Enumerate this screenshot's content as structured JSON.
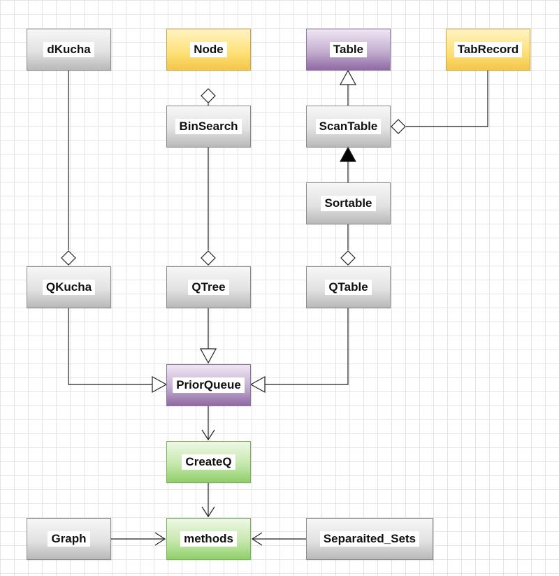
{
  "nodes": {
    "dkucha": "dKucha",
    "node": "Node",
    "table": "Table",
    "tabrecord": "TabRecord",
    "binsearch": "BinSearch",
    "scantable": "ScanTable",
    "sortable": "Sortable",
    "qkucha": "QKucha",
    "qtree": "QTree",
    "qtable": "QTable",
    "priorqueue": "PriorQueue",
    "createq": "CreateQ",
    "methods": "methods",
    "graph": "Graph",
    "separaited_sets": "Separaited_Sets"
  },
  "colors": {
    "gray": "#c8c8c8",
    "yellow": "#ffd966",
    "purple": "#9f7fb4",
    "green": "#a9dc8a",
    "line": "#222222"
  },
  "relationships": [
    {
      "from": "dkucha",
      "to": "qkucha",
      "type": "aggregation"
    },
    {
      "from": "node",
      "to": "binsearch",
      "type": "aggregation"
    },
    {
      "from": "binsearch",
      "to": "qtree",
      "type": "aggregation"
    },
    {
      "from": "scantable",
      "to": "table",
      "type": "inheritance"
    },
    {
      "from": "tabrecord",
      "to": "scantable",
      "type": "aggregation"
    },
    {
      "from": "sortable",
      "to": "scantable",
      "type": "inheritance-filled"
    },
    {
      "from": "sortable",
      "to": "qtable",
      "type": "aggregation"
    },
    {
      "from": "qkucha",
      "to": "priorqueue",
      "type": "inheritance"
    },
    {
      "from": "qtree",
      "to": "priorqueue",
      "type": "inheritance"
    },
    {
      "from": "qtable",
      "to": "priorqueue",
      "type": "inheritance"
    },
    {
      "from": "priorqueue",
      "to": "createq",
      "type": "dependency"
    },
    {
      "from": "createq",
      "to": "methods",
      "type": "dependency"
    },
    {
      "from": "graph",
      "to": "methods",
      "type": "dependency"
    },
    {
      "from": "separaited_sets",
      "to": "methods",
      "type": "dependency"
    }
  ]
}
